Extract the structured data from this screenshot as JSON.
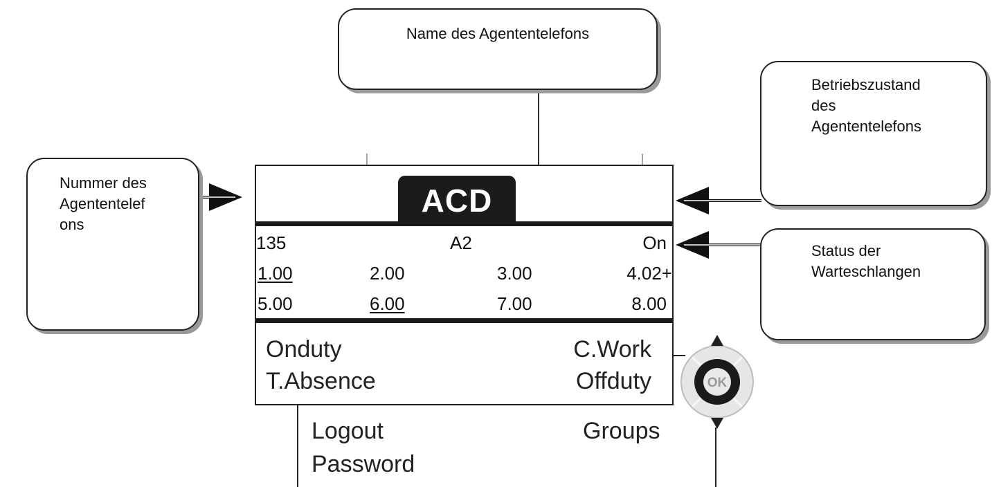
{
  "callouts": {
    "name": [
      "Name des Agententelefons"
    ],
    "number": [
      "Nummer des",
      "Agententelef",
      "ons"
    ],
    "state": [
      "Betriebszustand",
      "des",
      "Agententelefons"
    ],
    "queues": [
      "Status der",
      "Warteschlangen"
    ]
  },
  "screen": {
    "tab": "ACD",
    "row1": [
      "135",
      "A2",
      "On"
    ],
    "row2": [
      "1.00",
      "2.00",
      "3.00",
      "4.02+"
    ],
    "row3": [
      "5.00",
      "6.00",
      "7.00",
      "8.00"
    ],
    "menu": {
      "onduty": "Onduty",
      "cwork": "C.Work",
      "tabsence": "T.Absence",
      "offduty": "Offduty"
    }
  },
  "more_menu": {
    "logout": "Logout",
    "groups": "Groups",
    "password": "Password"
  },
  "navigator": {
    "ok_label": "OK"
  }
}
